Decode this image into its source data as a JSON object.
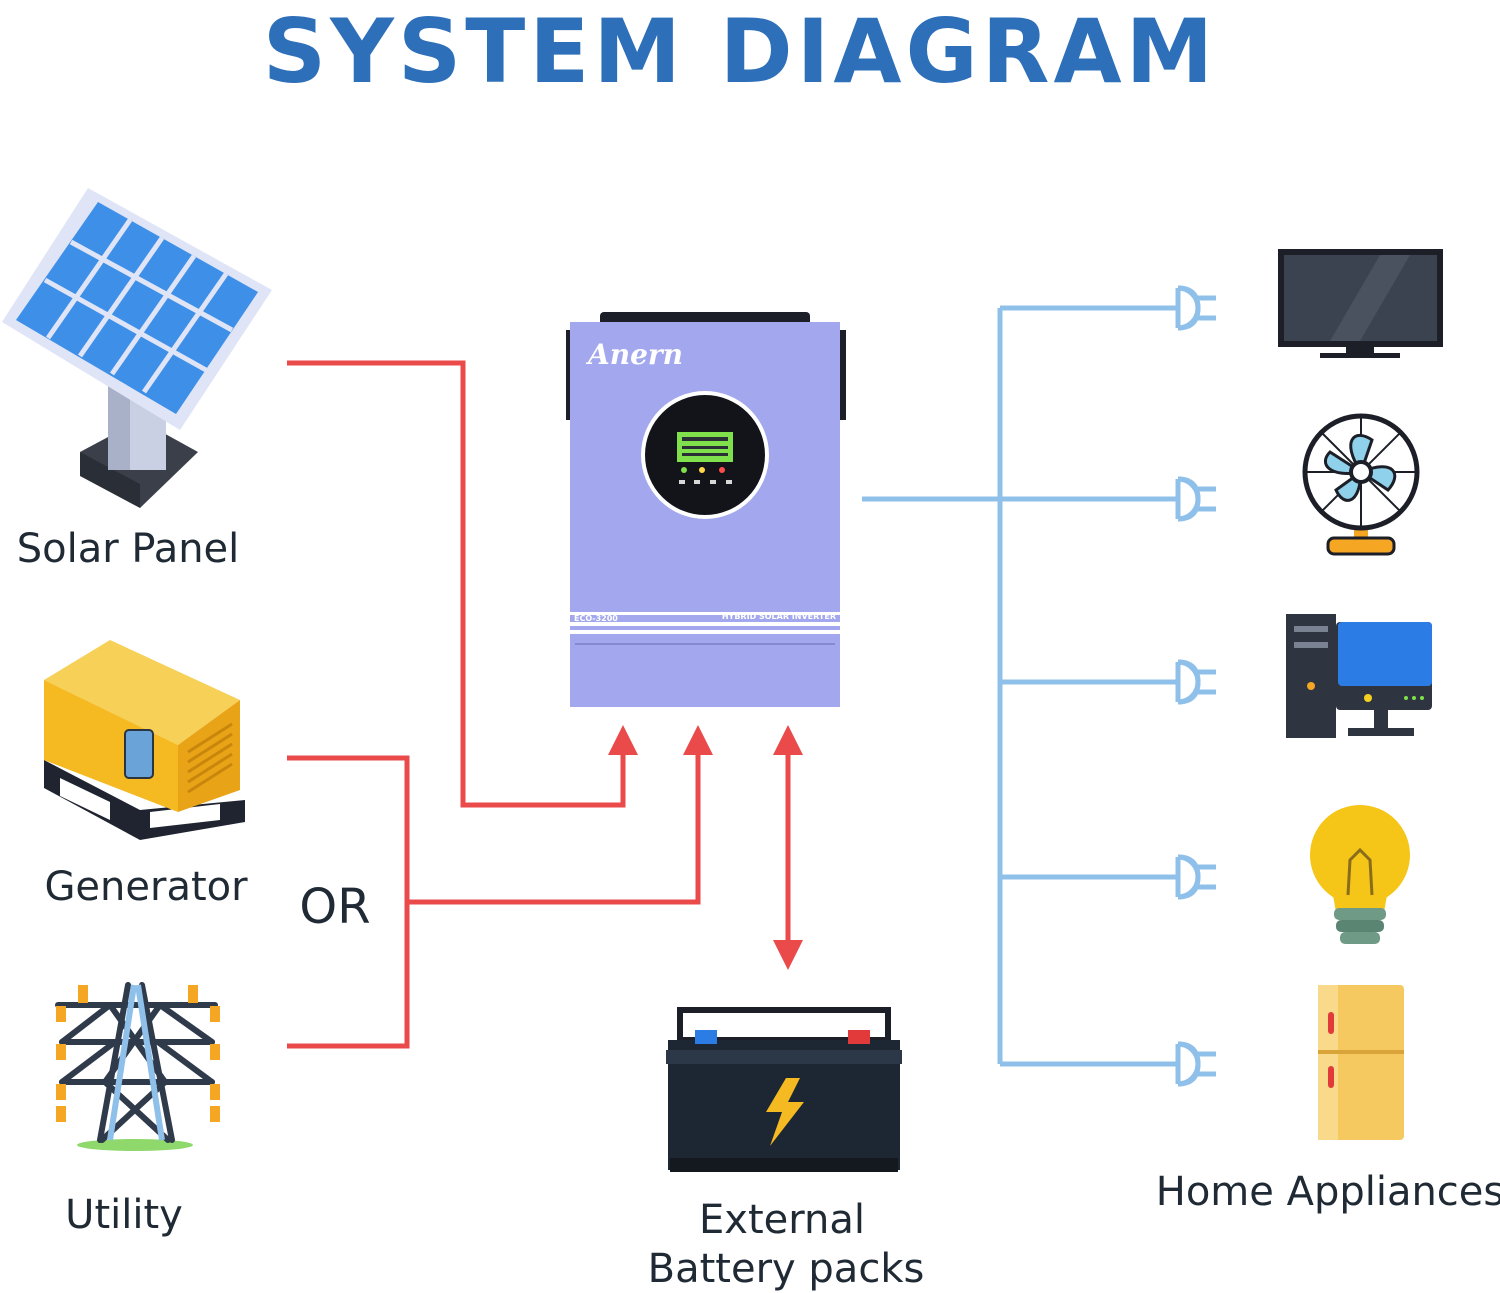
{
  "title": "SYSTEM DIAGRAM",
  "sources": {
    "solar_panel": "Solar Panel",
    "generator": "Generator",
    "or": "OR",
    "utility": "Utility"
  },
  "inverter": {
    "brand": "Anern",
    "model": "ECO-3200",
    "type": "HYBRID SOLAR INVERTER"
  },
  "battery": {
    "line1": "External",
    "line2": "Battery packs"
  },
  "loads": {
    "label": "Home Appliances",
    "items": [
      "television-icon",
      "fan-icon",
      "computer-icon",
      "light-bulb-icon",
      "refrigerator-icon"
    ]
  },
  "colors": {
    "title": "#2e6fba",
    "input_lines": "#ea4a4a",
    "output_lines": "#8fc0ea",
    "inverter_body": "#a3a8ee"
  }
}
